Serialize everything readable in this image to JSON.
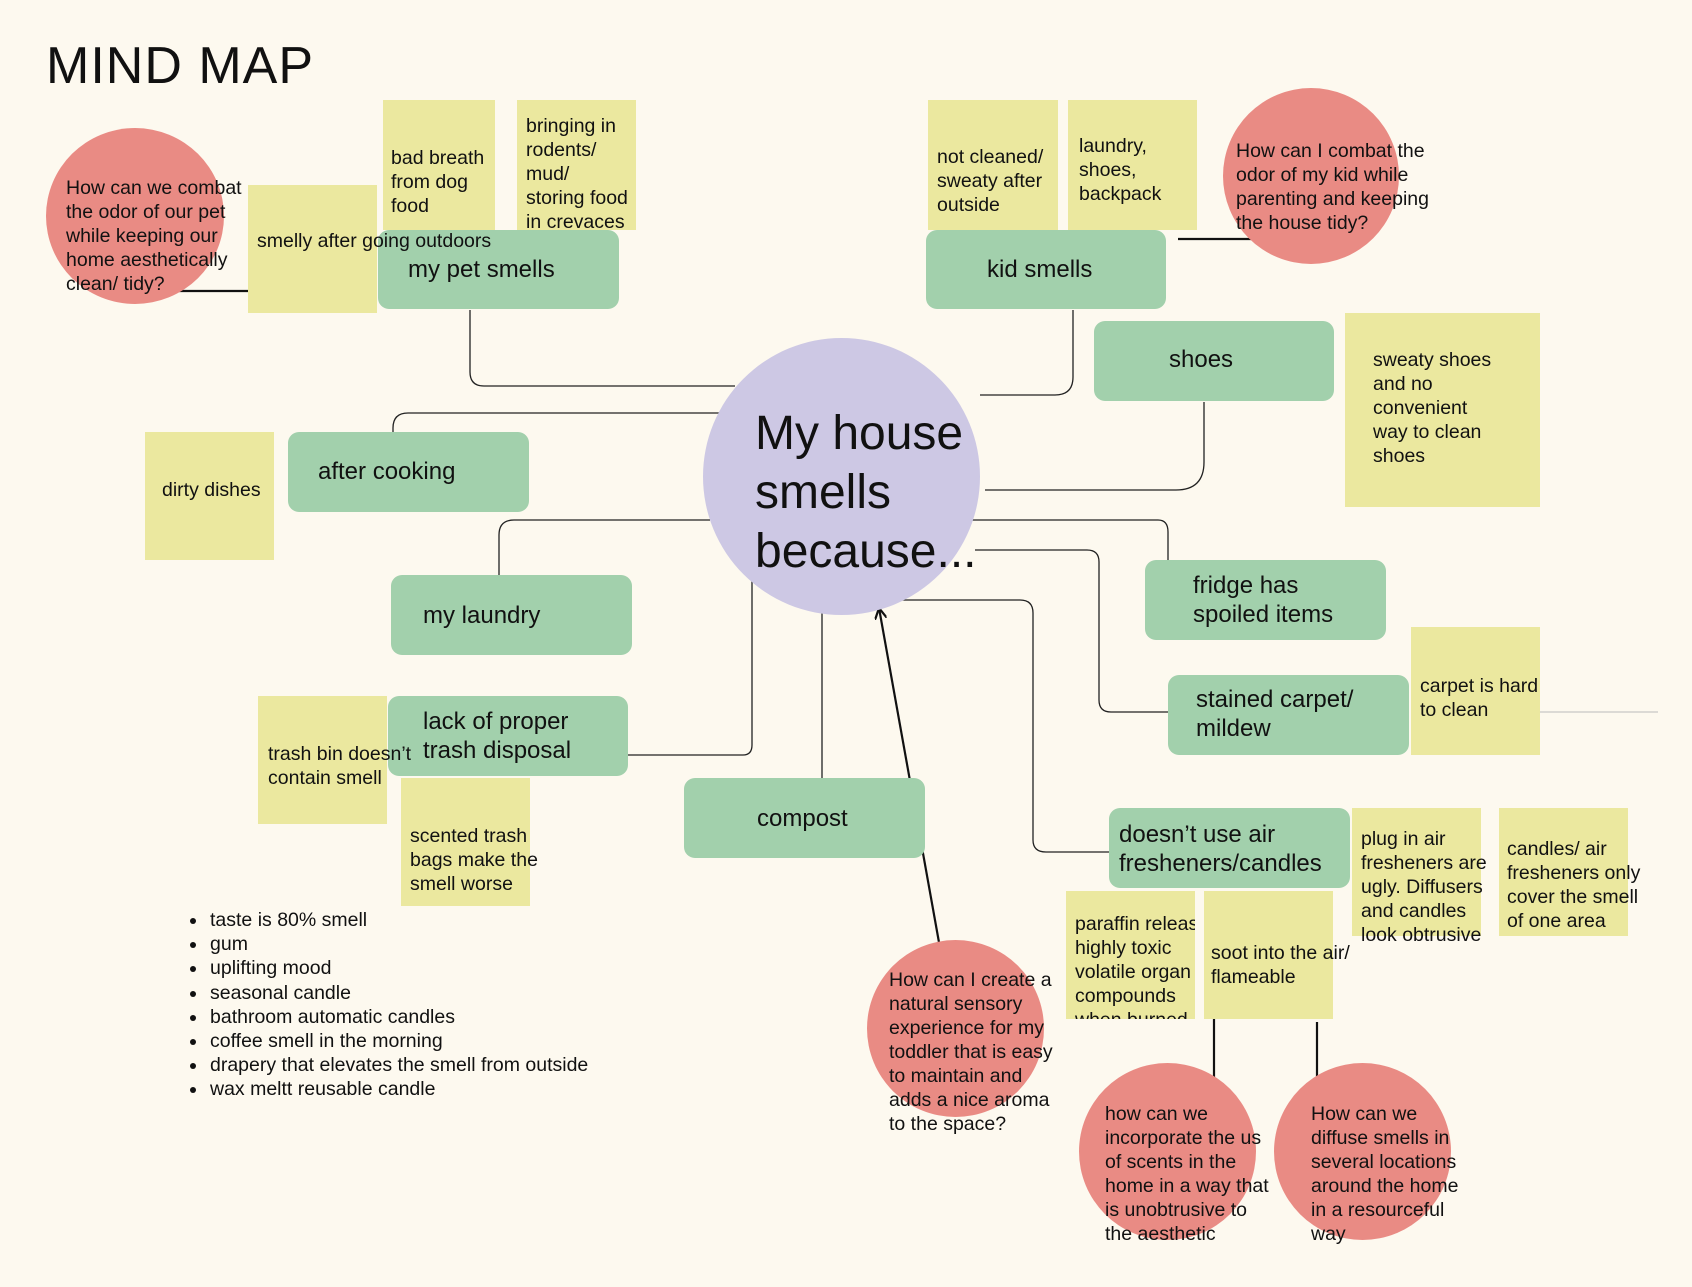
{
  "title": "MIND MAP",
  "center": "My house smells because...",
  "nodes": {
    "pet": "my pet smells",
    "kid": "kid smells",
    "shoes": "shoes",
    "cooking": "after cooking",
    "laundry": "my laundry",
    "trash": "lack of proper\ntrash disposal",
    "compost": "compost",
    "fridge": "fridge has\nspoiled items",
    "carpet": "stained carpet/\nmildew",
    "fresheners": "doesn’t use air\nfresheners/candles"
  },
  "stickies": {
    "bad_breath": "bad breath\nfrom dog\nfood",
    "rodents": "bringing in\nrodents/\nmud/\nstoring food\nin crevaces",
    "smelly_outdoors": "smelly after\ngoing outdoors",
    "not_cleaned": "not cleaned/\nsweaty after\noutside",
    "laundry_shoes": "laundry,\nshoes,\nbackpack",
    "sweaty_shoes": "sweaty shoes\nand no\nconvenient\nway to clean\nshoes",
    "dirty_dishes": "dirty dishes",
    "carpet_hard": "carpet is hard\nto clean",
    "trash_bin": "trash bin doesn’t\ncontain smell",
    "scented_bags": "scented trash\nbags make the\nsmell worse",
    "plug_in": "plug in air\nfresheners are\nugly. Diffusers\nand candles\nlook obtrusive",
    "candles_one_area": "candles/ air\nfresheners only\ncover the smell\nof one area",
    "paraffin": "paraffin releas\nhighly toxic\nvolatile organ\ncompounds\nwhen burned",
    "soot": "soot into the air/\nflameable"
  },
  "hmw": {
    "pet": "How can we combat\nthe odor of our pet\nwhile keeping our\nhome aesthetically\nclean/ tidy?",
    "kid": "How can I combat the\nodor of my kid while\nparenting and keeping\nthe house tidy?",
    "toddler": "How can I create a\nnatural sensory\nexperience for my\ntoddler that is easy\nto maintain and\nadds a nice aroma\nto the space?",
    "incorporate": "how can we\nincorporate the us\nof scents in the\nhome in a way that\nis unobtrusive to\nthe aesthetic",
    "diffuse": "How can we\ndiffuse smells in\nseveral locations\naround the home\nin a resourceful\nway"
  },
  "notes": [
    "taste is 80% smell",
    "gum",
    "uplifting mood",
    "seasonal candle",
    "bathroom automatic candles",
    "coffee smell in the morning",
    "drapery that elevates the smell from outside",
    "wax meltt reusable candle"
  ],
  "colors": {
    "background": "#fdf9ef",
    "center_circle": "#cdc8e4",
    "category_node": "#a2d0ac",
    "sticky_note": "#ebe89f",
    "hmw_circle": "#e98b84",
    "connector": "#222222"
  }
}
